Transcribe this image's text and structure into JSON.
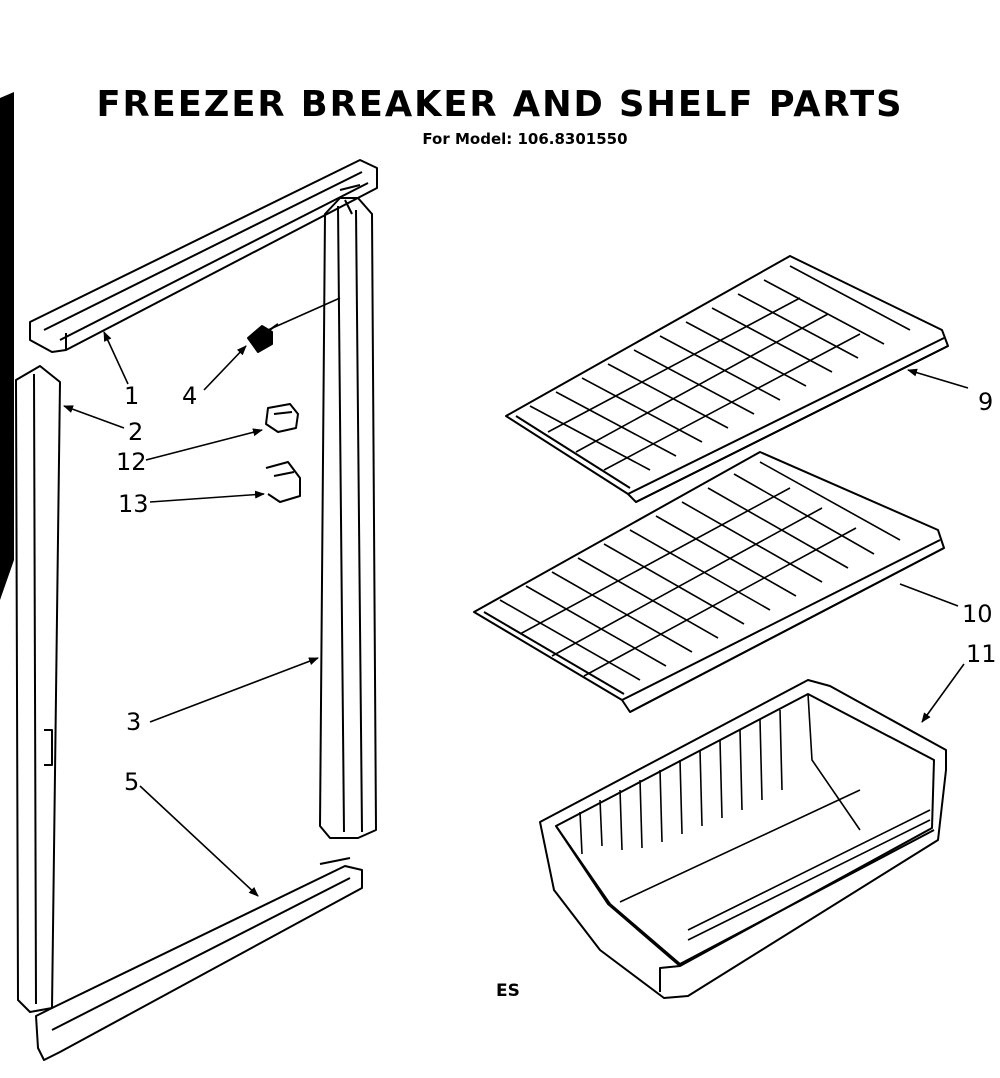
{
  "header": {
    "title": "FREEZER BREAKER AND SHELF PARTS",
    "subtitle": "For Model: 106.8301550"
  },
  "parts": [
    {
      "id": "1",
      "label": "1"
    },
    {
      "id": "2",
      "label": "2"
    },
    {
      "id": "3",
      "label": "3"
    },
    {
      "id": "4",
      "label": "4"
    },
    {
      "id": "5",
      "label": "5"
    },
    {
      "id": "9",
      "label": "9"
    },
    {
      "id": "10",
      "label": "10"
    },
    {
      "id": "11",
      "label": "11"
    },
    {
      "id": "12",
      "label": "12"
    },
    {
      "id": "13",
      "label": "13"
    }
  ],
  "footer": {
    "code": "ES"
  },
  "colors": {
    "line": "#000000",
    "background": "#ffffff"
  }
}
